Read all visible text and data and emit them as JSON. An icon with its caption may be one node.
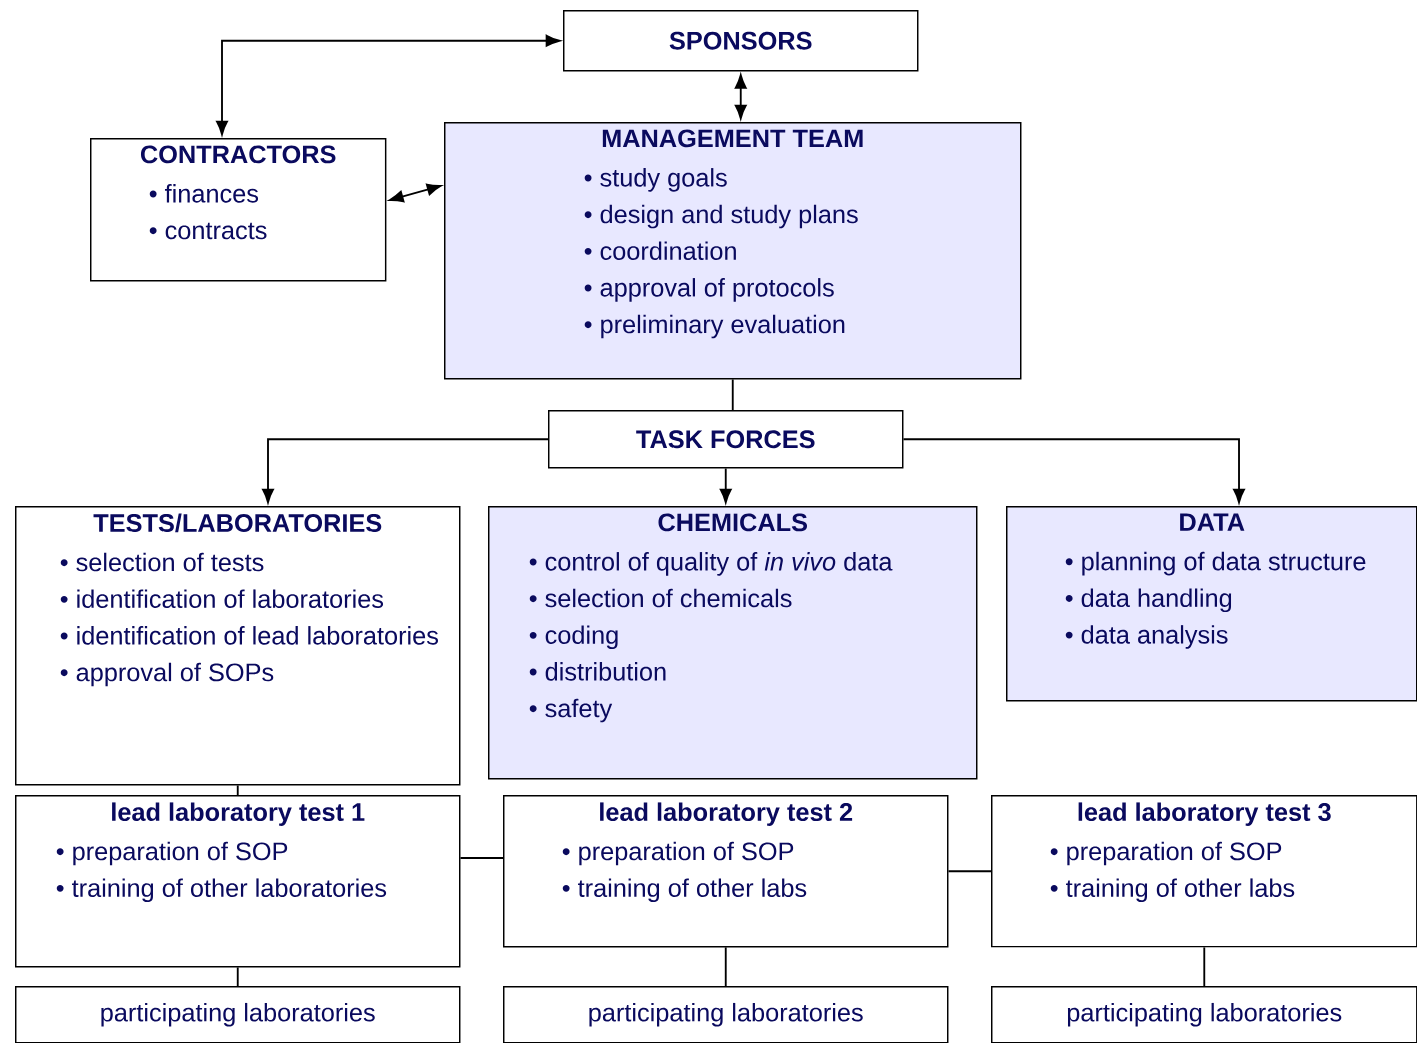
{
  "diagram": {
    "nodes": [
      {
        "text": [
          "SPONSORS"
        ]
      },
      {
        "text": [
          "CONTRACTORS",
          "• finances",
          "• contracts"
        ]
      },
      {
        "text": [
          "MANAGEMENT TEAM",
          "• study goals",
          "• design and study plans",
          "• coordination",
          "• approval of protocols",
          "• preliminary evaluation"
        ]
      },
      {
        "text": [
          "TASK FORCES"
        ]
      },
      {
        "text": [
          "TESTS/LABORATORIES",
          "• selection of tests",
          "• identification of laboratories",
          "• identification of lead laboratories",
          "• approval of SOPs"
        ]
      },
      {
        "text": [
          "CHEMICALS",
          "• control of quality of *in vivo* data",
          "• selection of chemicals",
          "• coding",
          "• distribution",
          "• safety"
        ]
      },
      {
        "text": [
          "DATA",
          "• planning of data structure",
          "• data handling",
          "• data analysis"
        ]
      },
      {
        "text": [
          "lead laboratory test 1",
          "• preparation of SOP",
          "• training of other laboratories"
        ]
      },
      {
        "text": [
          "lead laboratory test 2",
          "• preparation of SOP",
          "• training of other labs"
        ]
      },
      {
        "text": [
          "lead laboratory test 3",
          "• preparation of SOP",
          "• training of other labs"
        ]
      },
      {
        "text": [
          "participating laboratories"
        ]
      },
      {
        "text": [
          "participating laboratories"
        ]
      },
      {
        "text": [
          "participating laboratories"
        ]
      }
    ],
    "edges": [
      {
        "from": 1,
        "to": 0,
        "arrow": "both"
      },
      {
        "from": 0,
        "to": 2,
        "arrow": "both"
      },
      {
        "from": 1,
        "to": 2,
        "arrow": "both"
      },
      {
        "from": 2,
        "to": 3,
        "arrow": "none"
      },
      {
        "from": 3,
        "to": 4,
        "arrow": "to"
      },
      {
        "from": 3,
        "to": 5,
        "arrow": "to"
      },
      {
        "from": 3,
        "to": 6,
        "arrow": "to"
      },
      {
        "from": 4,
        "to": 7,
        "arrow": "none"
      },
      {
        "from": 7,
        "to": 8,
        "arrow": "none"
      },
      {
        "from": 8,
        "to": 9,
        "arrow": "none"
      },
      {
        "from": 7,
        "to": 10,
        "arrow": "none"
      },
      {
        "from": 8,
        "to": 11,
        "arrow": "none"
      },
      {
        "from": 9,
        "to": 12,
        "arrow": "none"
      }
    ]
  }
}
